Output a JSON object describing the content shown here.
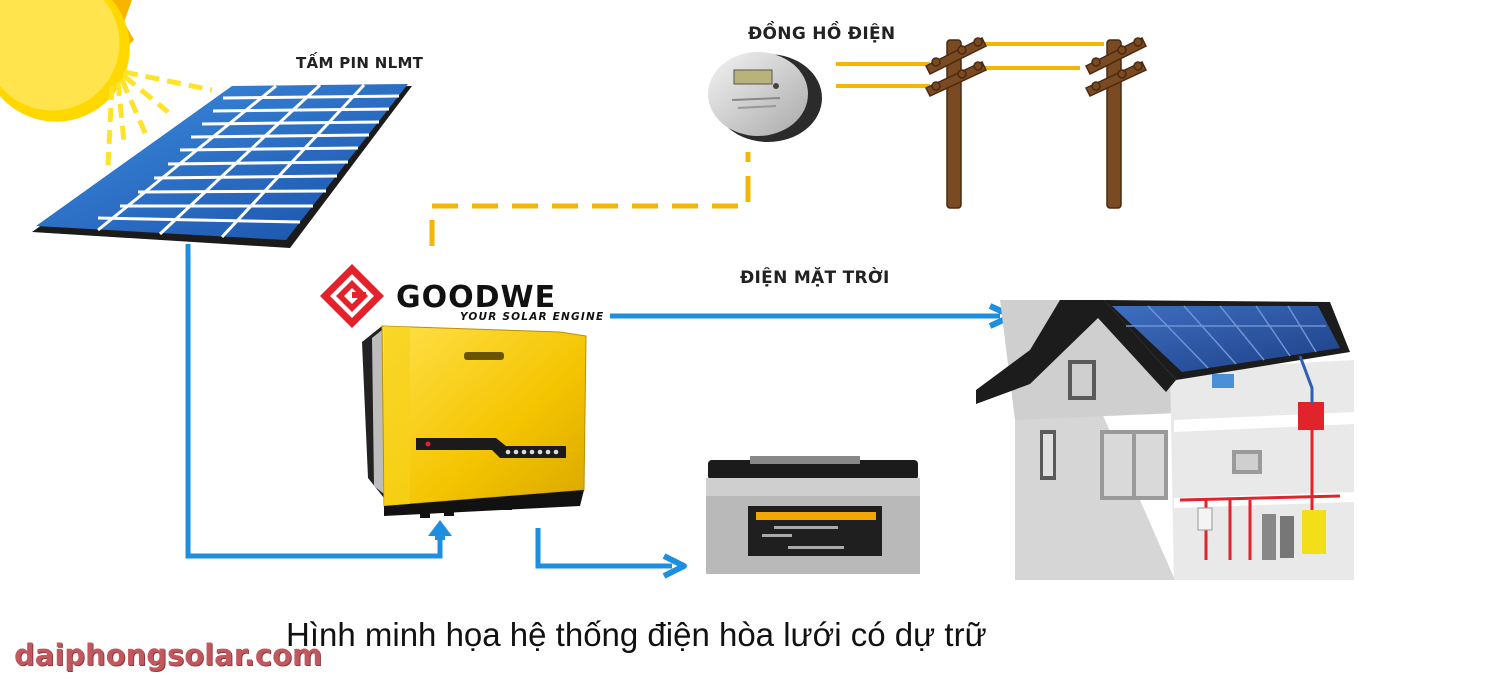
{
  "labels": {
    "solar_panel": "TẤM PIN NLMT",
    "meter": "ĐỒNG HỒ ĐIỆN",
    "solar_power": "ĐIỆN MẶT TRỜI"
  },
  "brand": {
    "name": "GOODWE",
    "tagline": "YOUR SOLAR ENGINE",
    "logo_color": "#e3222b"
  },
  "caption": "Hình minh họa hệ thống điện hòa lưới có dự trữ",
  "watermark": "daiphongsolar.com",
  "colors": {
    "dc_line": "#1e8fe0",
    "grid_line": "#f2b705",
    "sun": "#ffd400",
    "panel": "#1d5fb8",
    "inverter": "#f2c500",
    "pole": "#7a4a22",
    "watermark": "#c0585e"
  },
  "components": [
    {
      "id": "sun",
      "name": "Sun"
    },
    {
      "id": "solar-panel",
      "name": "Solar panel"
    },
    {
      "id": "electric-meter",
      "name": "Electric meter"
    },
    {
      "id": "utility-poles",
      "name": "Utility poles / grid"
    },
    {
      "id": "inverter",
      "name": "GoodWe hybrid inverter"
    },
    {
      "id": "battery",
      "name": "Storage battery"
    },
    {
      "id": "house",
      "name": "House with rooftop solar"
    }
  ],
  "connections": [
    {
      "from": "solar-panel",
      "to": "inverter",
      "style": "solid-blue-arrow"
    },
    {
      "from": "inverter",
      "to": "house",
      "style": "solid-blue-arrow",
      "label": "ĐIỆN MẶT TRỜI"
    },
    {
      "from": "inverter",
      "to": "battery",
      "style": "solid-blue-arrow"
    },
    {
      "from": "inverter",
      "to": "electric-meter",
      "style": "dashed-yellow"
    },
    {
      "from": "electric-meter",
      "to": "utility-poles",
      "style": "solid-yellow-wires"
    }
  ]
}
